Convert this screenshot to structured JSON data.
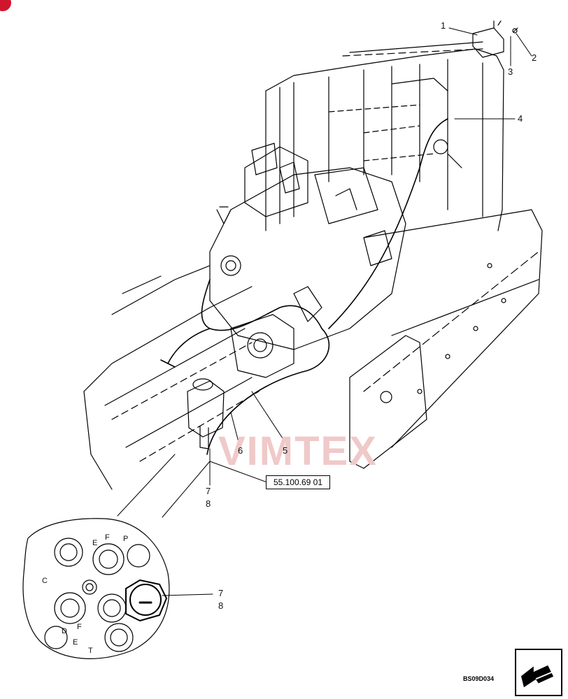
{
  "callouts": [
    {
      "id": "c1",
      "label": "1"
    },
    {
      "id": "c2",
      "label": "2"
    },
    {
      "id": "c3",
      "label": "3"
    },
    {
      "id": "c4",
      "label": "4"
    },
    {
      "id": "c5",
      "label": "5"
    },
    {
      "id": "c6",
      "label": "6"
    },
    {
      "id": "c7a",
      "label": "7"
    },
    {
      "id": "c8a",
      "label": "8"
    },
    {
      "id": "c7b",
      "label": "7"
    },
    {
      "id": "c8b",
      "label": "8"
    }
  ],
  "reference_label": "55.100.69 01",
  "drawing_code": "BS09D034",
  "watermark_text": "VIMTEX",
  "detail_letters": [
    "C",
    "D",
    "E",
    "T",
    "F",
    "P",
    "E",
    "F"
  ],
  "colors": {
    "line": "#000000",
    "watermark": "#f0c9c9",
    "corner_mark": "#d0162d"
  },
  "icons": {
    "nav": "arrow-navigation-icon"
  }
}
